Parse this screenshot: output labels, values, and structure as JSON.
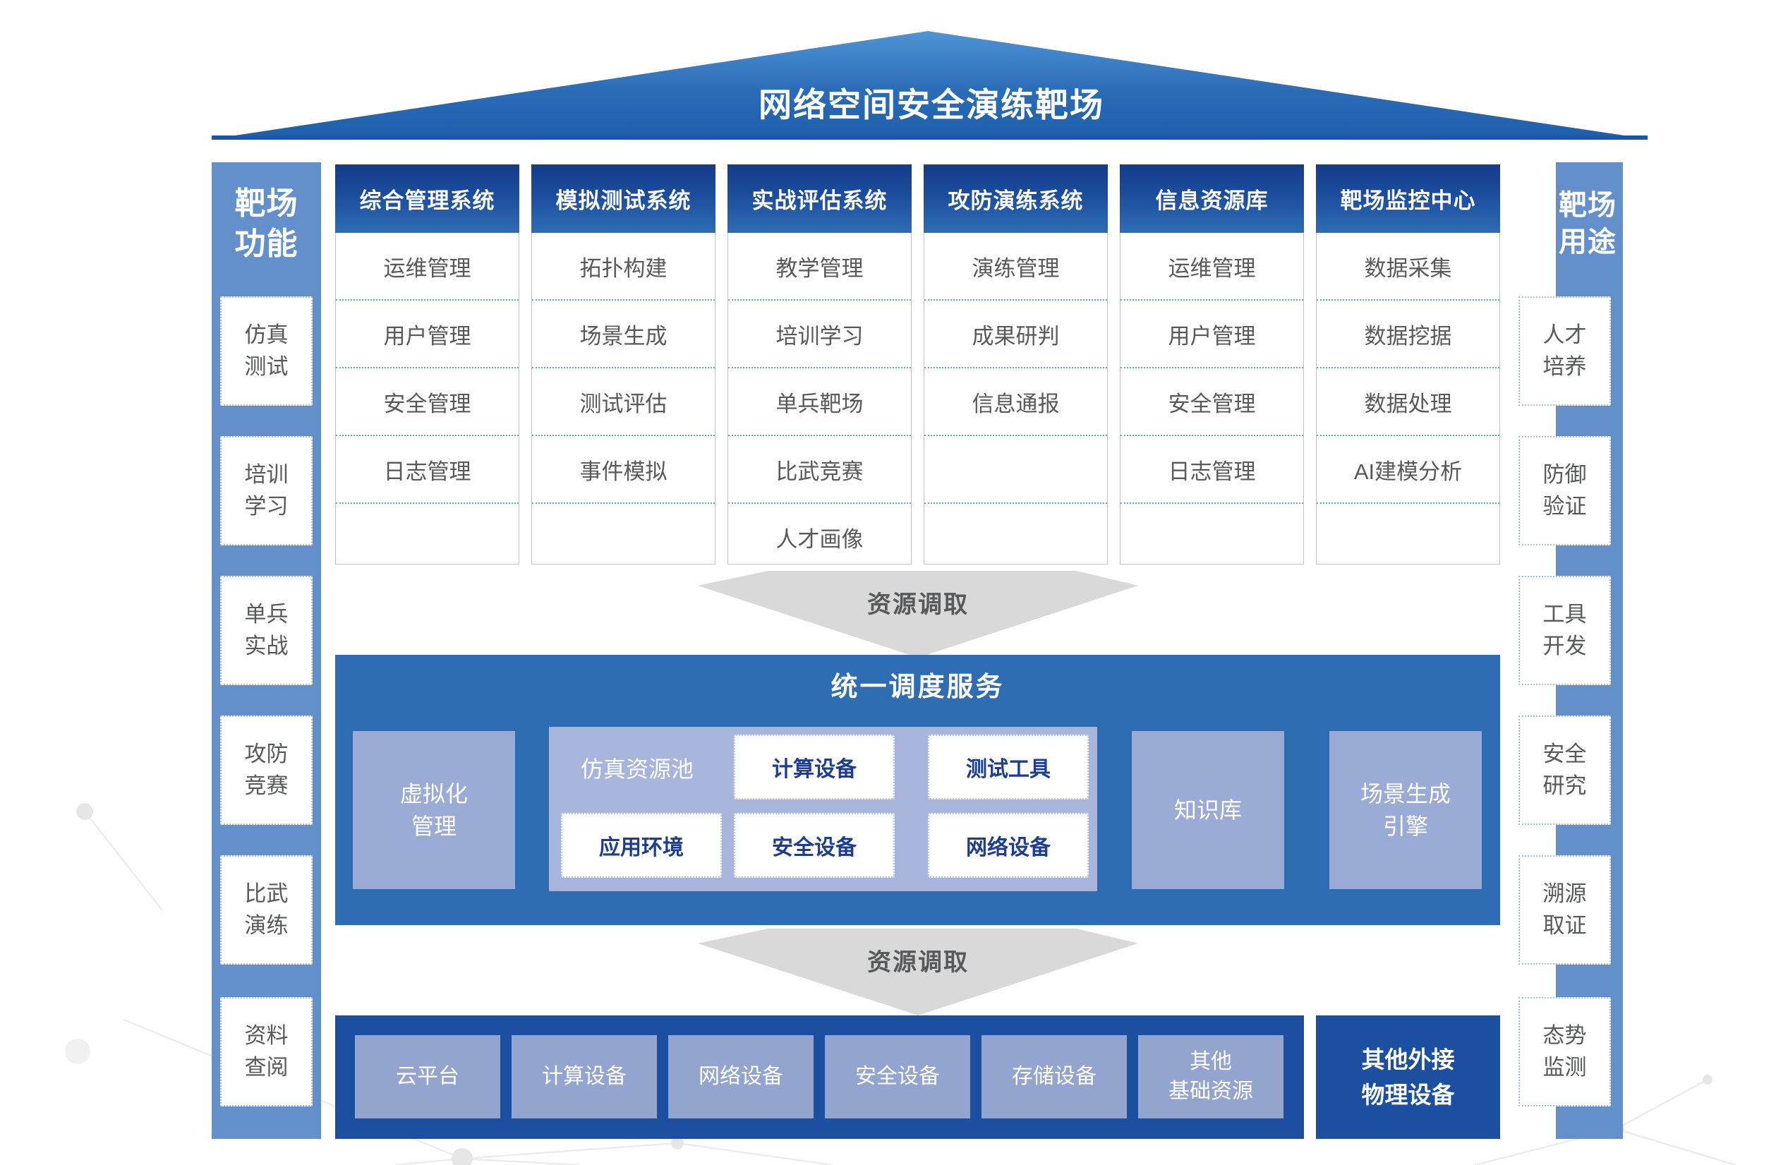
{
  "title": "网络空间安全演练靶场",
  "left_sidebar": {
    "title": "靶场\n功能",
    "items": [
      "仿真\n测试",
      "培训\n学习",
      "单兵\n实战",
      "攻防\n竞赛",
      "比武\n演练",
      "资料\n查阅"
    ]
  },
  "right_sidebar": {
    "title": "靶场\n用途",
    "items": [
      "人才\n培养",
      "防御\n验证",
      "工具\n开发",
      "安全\n研究",
      "溯源\n取证",
      "态势\n监测"
    ]
  },
  "systems": [
    {
      "title": "综合管理系统",
      "items": [
        "运维管理",
        "用户管理",
        "安全管理",
        "日志管理"
      ]
    },
    {
      "title": "模拟测试系统",
      "items": [
        "拓扑构建",
        "场景生成",
        "测试评估",
        "事件模拟"
      ]
    },
    {
      "title": "实战评估系统",
      "items": [
        "教学管理",
        "培训学习",
        "单兵靶场",
        "比武竞赛",
        "人才画像"
      ]
    },
    {
      "title": "攻防演练系统",
      "items": [
        "演练管理",
        "成果研判",
        "信息通报"
      ]
    },
    {
      "title": "信息资源库",
      "items": [
        "运维管理",
        "用户管理",
        "安全管理",
        "日志管理"
      ]
    },
    {
      "title": "靶场监控中心",
      "items": [
        "数据采集",
        "数据挖据",
        "数据处理",
        "AI建模分析"
      ]
    }
  ],
  "arrows": {
    "top": "资源调取",
    "bottom": "资源调取"
  },
  "scheduling": {
    "title": "统一调度服务",
    "virtualization": "虚拟化\n管理",
    "pool": {
      "label": "仿真资源池",
      "row1": [
        "计算设备",
        "测试工具"
      ],
      "row2": [
        "应用环境",
        "安全设备",
        "网络设备"
      ]
    },
    "knowledge": "知识库",
    "scenario_engine": "场景生成\n引擎"
  },
  "infrastructure": {
    "items": [
      "云平台",
      "计算设备",
      "网络设备",
      "安全设备",
      "存储设备",
      "其他\n基础资源"
    ],
    "external": "其他外接\n物理设备"
  },
  "colors": {
    "roof_top": "#4f94d6",
    "roof_bottom": "#1d5fac",
    "sidebar_blue": "#6390cb",
    "header_navy": "#123c8c",
    "band_blue": "#2e6cb4",
    "periwinkle": "#9aabd5",
    "infra_navy": "#1c4f9f",
    "arrow_gray": "#d9d9d9",
    "cell_text": "#595959",
    "pool_box_text": "#1d3d91"
  }
}
